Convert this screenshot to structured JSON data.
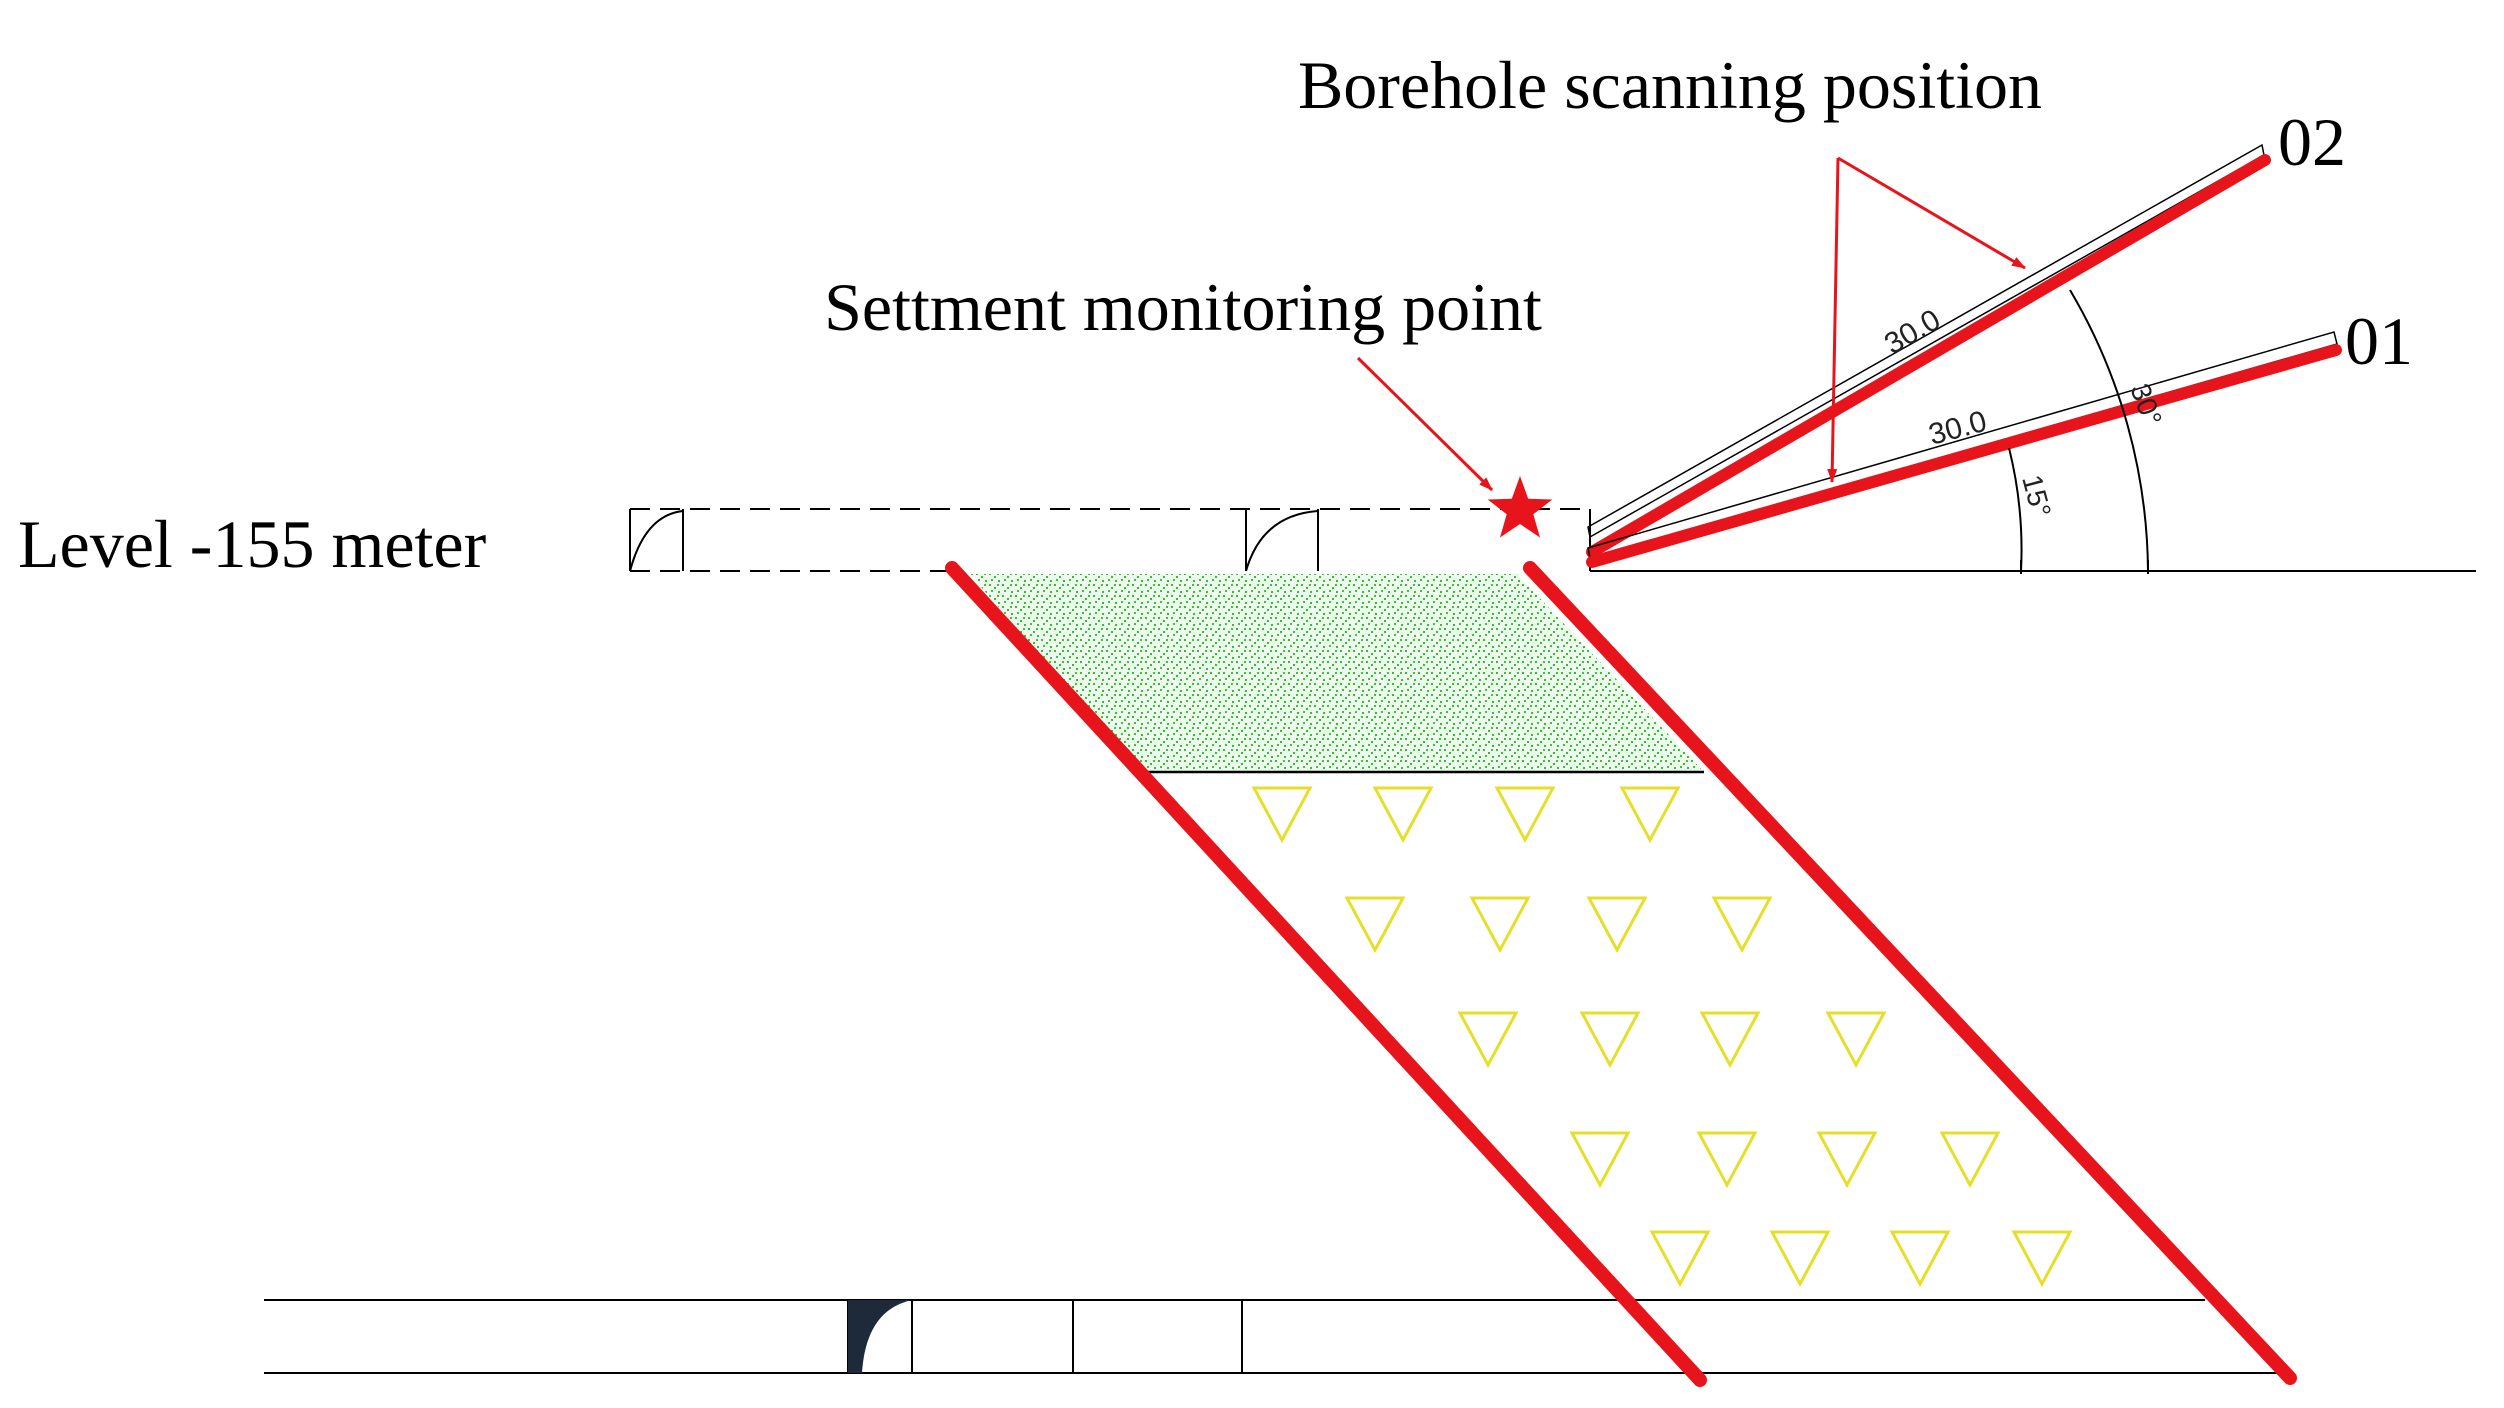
{
  "labels": {
    "borehole_scanning_position": "Borehole scanning position",
    "settlement_monitoring_point": "Settment monitoring point",
    "level": "Level -155 meter",
    "borehole_02": "02",
    "borehole_01": "01",
    "length_02": "30.0",
    "length_01": "30.0",
    "angle_01": "15°",
    "angle_02": "30°"
  },
  "boreholes": [
    {
      "id": "01",
      "angle_deg": 15,
      "length_m": 30.0
    },
    {
      "id": "02",
      "angle_deg": 30,
      "length_m": 30.0
    }
  ],
  "colors": {
    "orebody_boundary": "#e8141b",
    "borehole": "#e8141b",
    "annotation_arrow": "#e8141b",
    "marker_star": "#e8141b",
    "filled_zone": "#2ec42e",
    "caved_rock_symbol": "#e6df2a",
    "lines": "#000000"
  },
  "icons": {
    "settlement_marker": "star-icon",
    "caved_rock": "inverted-triangle-icon"
  }
}
